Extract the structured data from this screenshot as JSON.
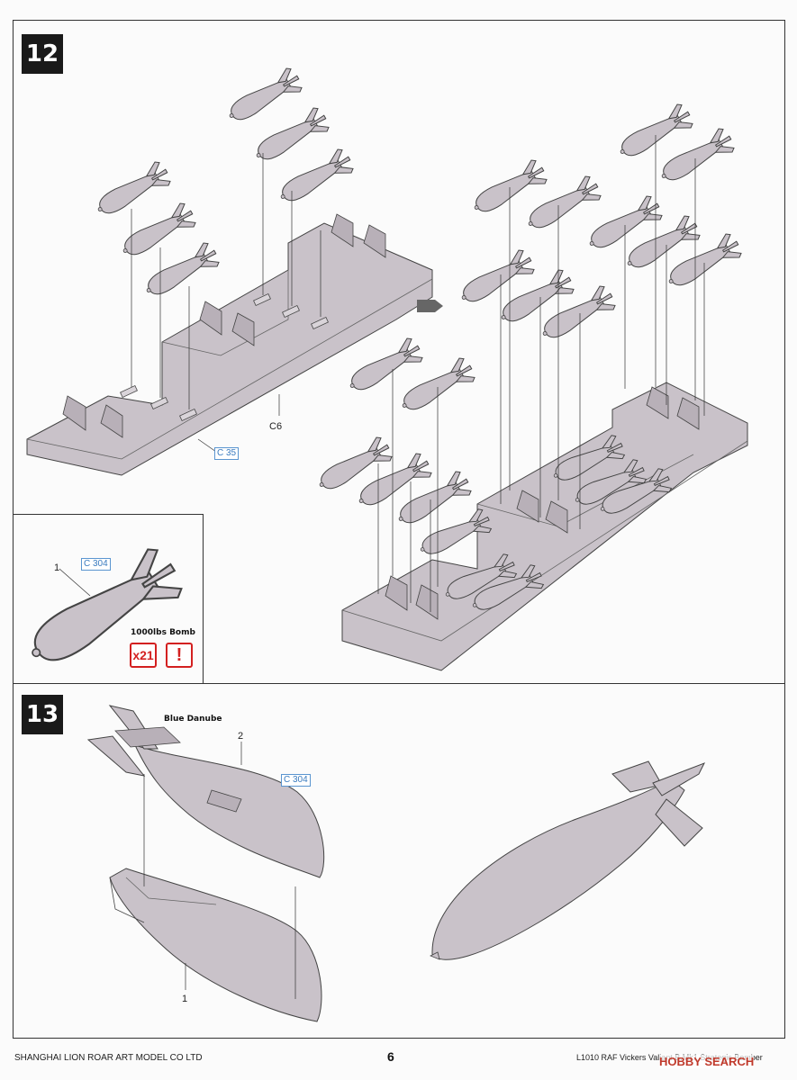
{
  "step12": {
    "number": "12",
    "part_c6": "C6",
    "ref_c35": "C 35",
    "inset": {
      "part_number": "1",
      "ref_c304": "C 304",
      "caption": "1000lbs Bomb",
      "quantity": "x21",
      "notice": "!"
    }
  },
  "step13": {
    "number": "13",
    "caption": "Blue Danube",
    "part_2": "2",
    "part_1": "1",
    "ref_c304": "C 304"
  },
  "footer": {
    "left": "SHANGHAI LION ROAR ART MODEL CO LTD",
    "page": "6",
    "right": "L1010 RAF Vickers Valiant B.Mk1 Strategic Bomber",
    "watermark": "HOBBY SEARCH"
  },
  "colors": {
    "part_fill": "#c9c2c9",
    "part_stroke": "#444444",
    "ref_blue": "#3a7bbf",
    "alert_red": "#d32020"
  }
}
